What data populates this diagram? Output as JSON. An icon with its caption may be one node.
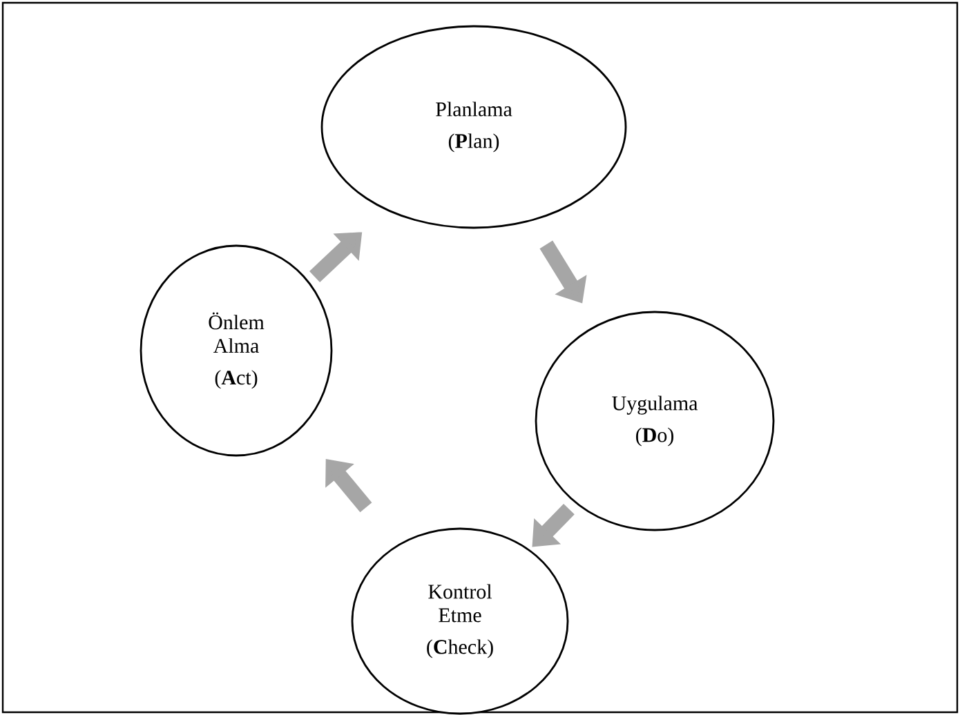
{
  "diagram": {
    "nodes": [
      {
        "text": [
          "Planlama",
          "(**P**lan)"
        ]
      },
      {
        "text": [
          "Uygulama",
          "(**D**o)"
        ]
      },
      {
        "text": [
          "Kontrol Etme",
          "(**C**heck)"
        ]
      },
      {
        "text": [
          "Önlem Alma",
          "(**A**ct)"
        ]
      }
    ],
    "edges": [
      {
        "from": 0,
        "to": 1,
        "arrow": "to"
      },
      {
        "from": 1,
        "to": 2,
        "arrow": "to"
      },
      {
        "from": 2,
        "to": 3,
        "arrow": "to"
      },
      {
        "from": 3,
        "to": 0,
        "arrow": "to"
      }
    ]
  }
}
